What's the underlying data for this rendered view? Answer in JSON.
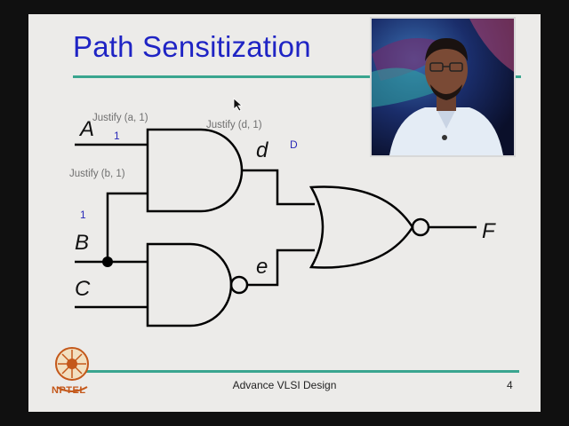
{
  "slide": {
    "title": "Path Sensitization",
    "footer": "Advance VLSI Design",
    "page_number": "4"
  },
  "logo": {
    "text": "NPTEL"
  },
  "diagram": {
    "inputs": {
      "a": "A",
      "b": "B",
      "c": "C"
    },
    "nets": {
      "d": "d",
      "e": "e",
      "f": "F"
    },
    "annotations": {
      "justify_a": "Justify (a, 1)",
      "justify_d": "Justify (d, 1)",
      "justify_b": "Justify (b, 1)",
      "value_a": "1",
      "value_b": "1",
      "value_d": "D"
    }
  },
  "colors": {
    "title": "#1f24c4",
    "rule": "#3aa58f",
    "annotation_value": "#2a2ab8",
    "annotation_text": "#6f6f6f"
  }
}
